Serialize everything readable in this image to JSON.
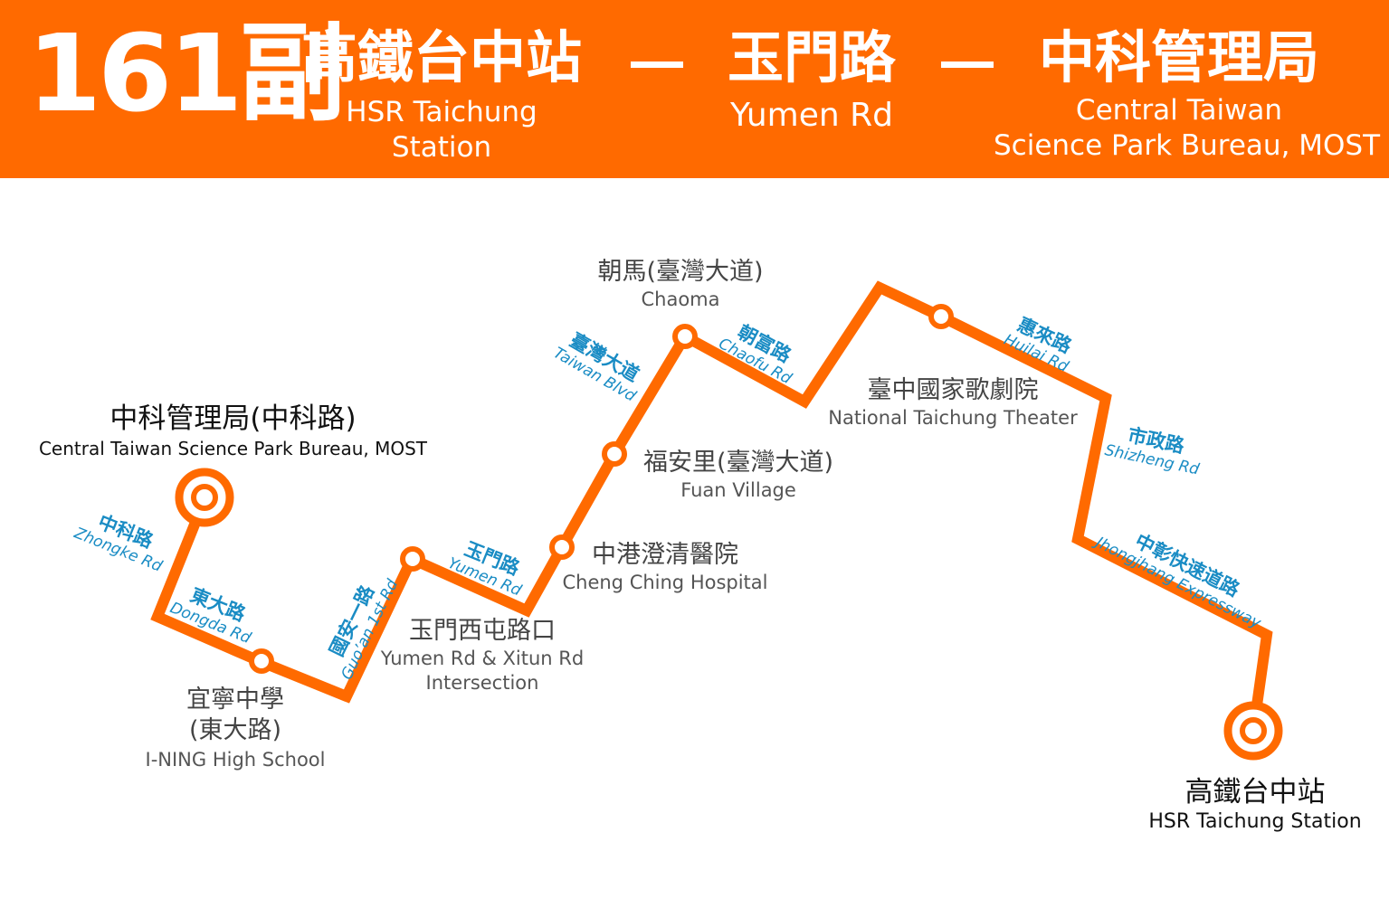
{
  "colors": {
    "route": "#ff6a00",
    "road_text": "#1a8cc4",
    "banner_text": "#ffffff"
  },
  "header": {
    "route_number": "161副",
    "origin": {
      "zh": "高鐵台中站",
      "en_line1": "HSR Taichung",
      "en_line2": "Station"
    },
    "via": {
      "zh": "玉門路",
      "en": "Yumen Rd"
    },
    "destination": {
      "zh": "中科管理局",
      "en_line1": "Central Taiwan",
      "en_line2": "Science Park Bureau, MOST"
    },
    "dash1": "—",
    "dash2": "—"
  },
  "stations": [
    {
      "zh": "中科管理局(中科路)",
      "en": "Central Taiwan Science Park Bureau, MOST",
      "terminal": true
    },
    {
      "zh1": "宜寧中學",
      "zh2": "(東大路)",
      "en": "I-NING High School"
    },
    {
      "zh": "玉門西屯路口",
      "en1": "Yumen Rd & Xitun Rd",
      "en2": "Intersection"
    },
    {
      "zh": "中港澄清醫院",
      "en": "Cheng Ching Hospital"
    },
    {
      "zh": "福安里(臺灣大道)",
      "en": "Fuan Village"
    },
    {
      "zh": "朝馬(臺灣大道)",
      "en": "Chaoma"
    },
    {
      "zh": "臺中國家歌劇院",
      "en": "National Taichung Theater"
    },
    {
      "zh": "高鐵台中站",
      "en": "HSR Taichung Station",
      "terminal": true
    }
  ],
  "roads": [
    {
      "zh": "中科路",
      "en": "Zhongke Rd"
    },
    {
      "zh": "東大路",
      "en": "Dongda Rd"
    },
    {
      "zh": "國安一路",
      "en": "Guo’an 1st Rd"
    },
    {
      "zh": "玉門路",
      "en": "Yumen Rd"
    },
    {
      "zh": "臺灣大道",
      "en": "Taiwan Blvd"
    },
    {
      "zh": "朝富路",
      "en": "Chaofu Rd"
    },
    {
      "zh": "惠來路",
      "en": "Huilai Rd"
    },
    {
      "zh": "市政路",
      "en": "Shizheng Rd"
    },
    {
      "zh": "中彰快速道路",
      "en": "Jhongjhang Expressway"
    }
  ]
}
